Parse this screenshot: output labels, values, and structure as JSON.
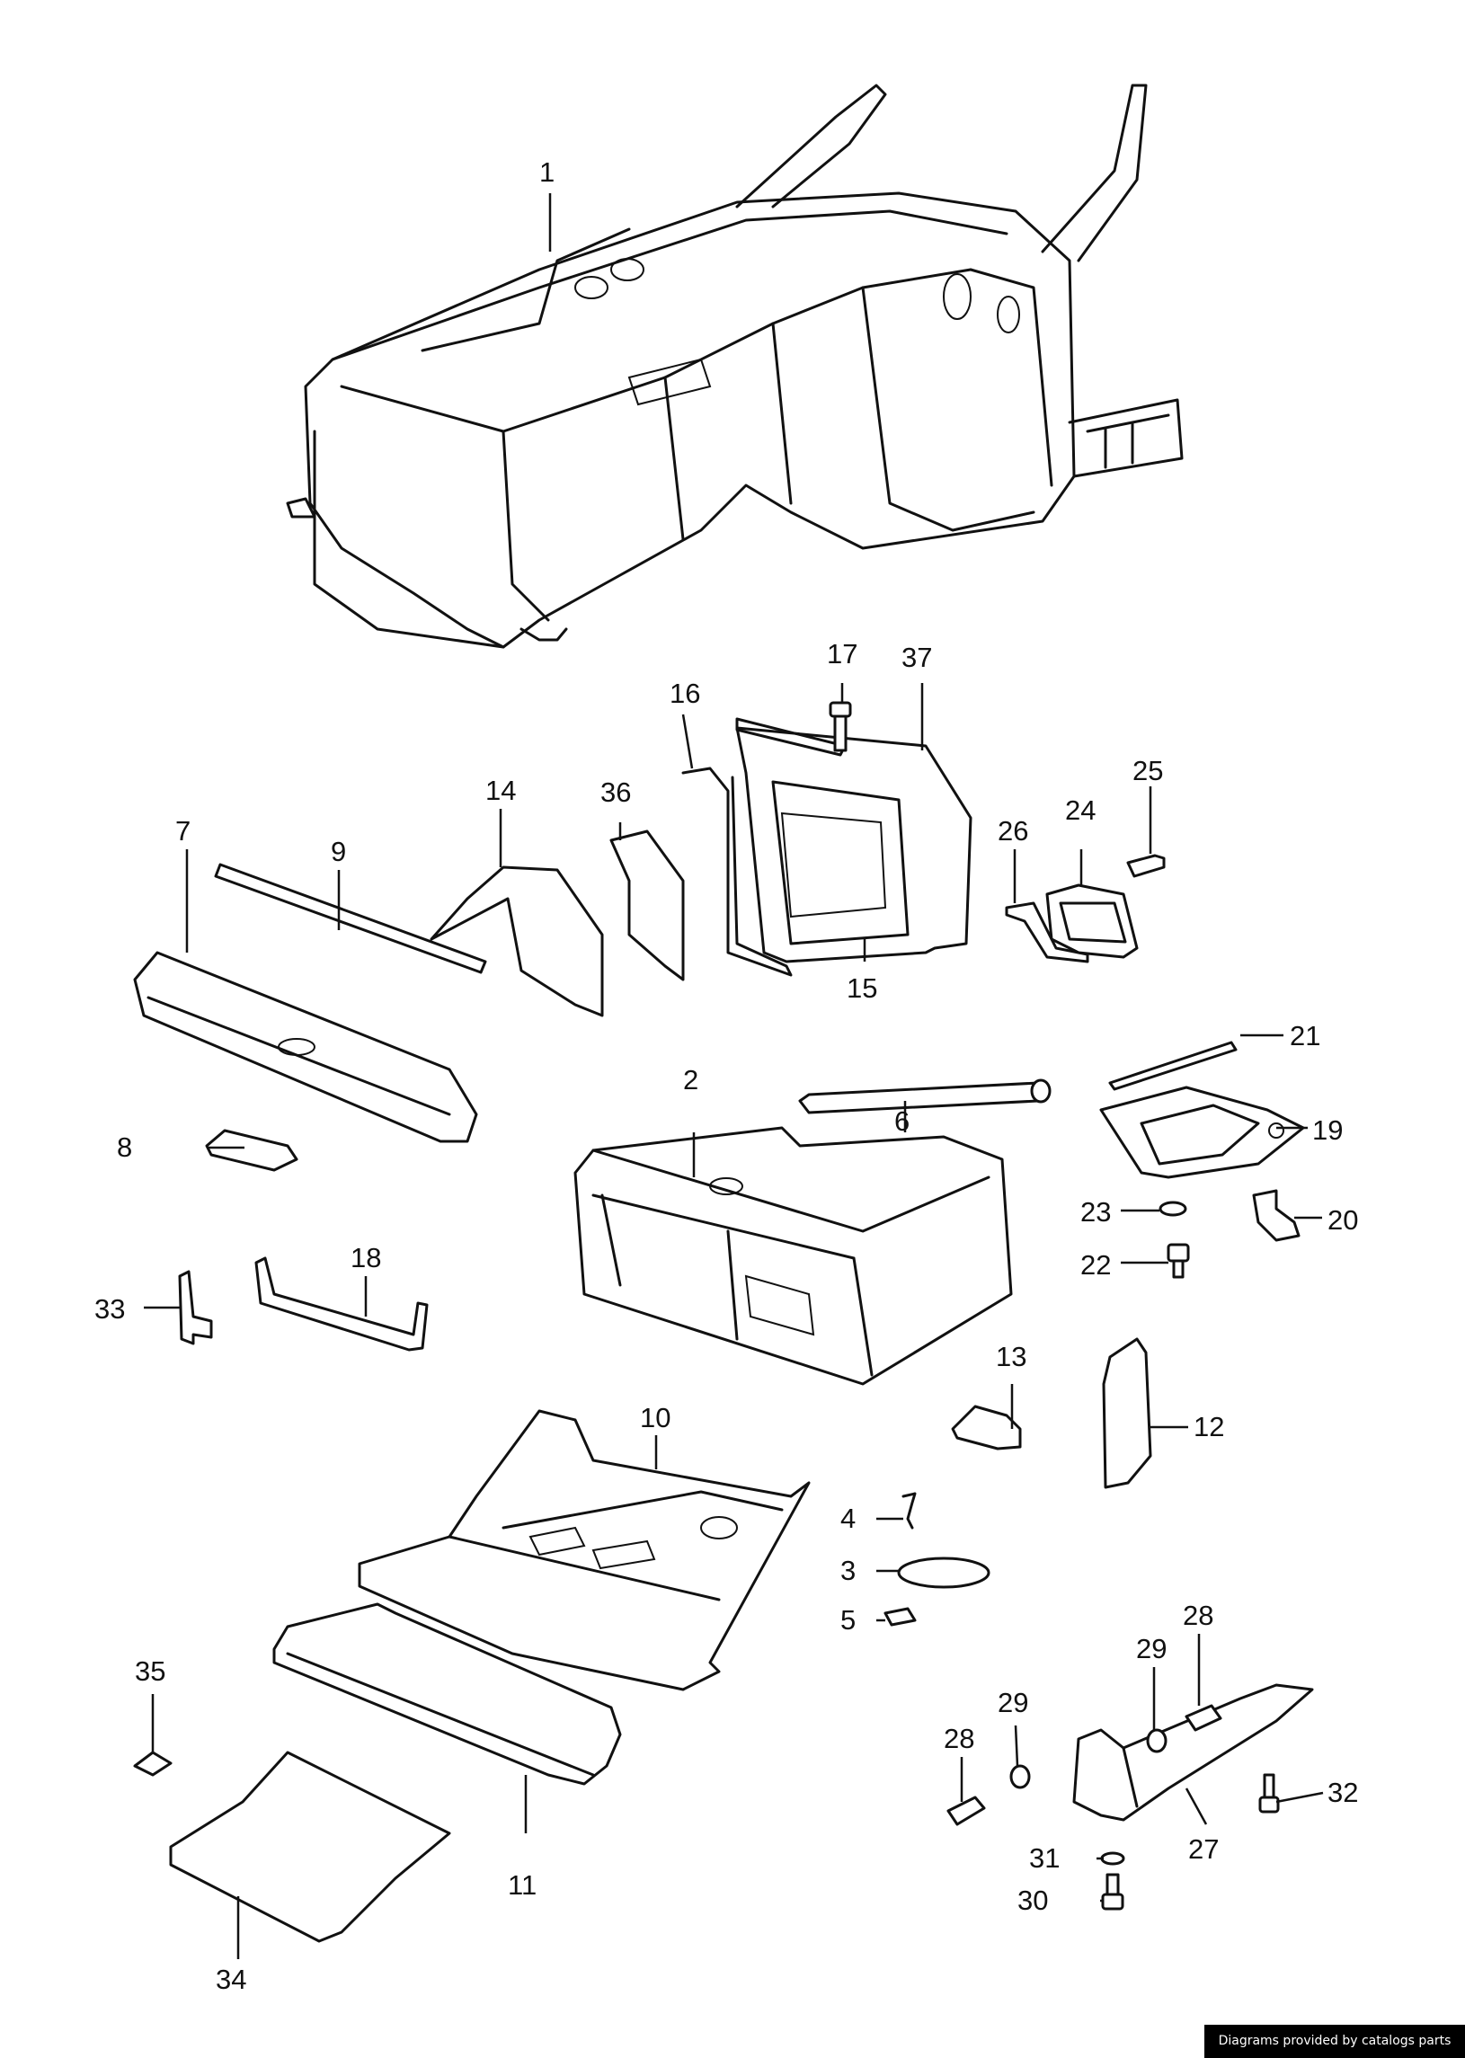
{
  "diagram": {
    "callouts": [
      "1",
      "2",
      "3",
      "4",
      "5",
      "6",
      "7",
      "8",
      "9",
      "10",
      "11",
      "12",
      "13",
      "14",
      "15",
      "16",
      "17",
      "18",
      "19",
      "20",
      "21",
      "22",
      "23",
      "24",
      "25",
      "26",
      "27",
      "28",
      "28",
      "29",
      "29",
      "30",
      "31",
      "32",
      "33",
      "34",
      "35",
      "36",
      "37"
    ]
  },
  "footer": {
    "credit": "Diagrams provided by catalogs parts"
  }
}
